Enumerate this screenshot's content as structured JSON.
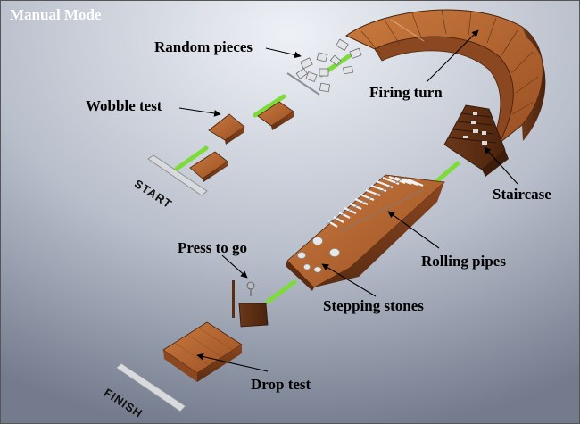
{
  "title": "Manual Mode",
  "markers": {
    "start": "START",
    "finish": "FINISH"
  },
  "labels": {
    "random_pieces": "Random pieces",
    "wobble_test": "Wobble test",
    "firing_turn": "Firing turn",
    "staircase": "Staircase",
    "rolling_pipes": "Rolling pipes",
    "press_to_go": "Press to go",
    "stepping_stones": "Stepping stones",
    "drop_test": "Drop test"
  },
  "colors": {
    "background_light": "#e4e8ef",
    "background_dark": "#7a8294",
    "wood_light": "#b5642e",
    "wood_dark": "#6e3a1a",
    "connector_green": "#7ddc3a",
    "rail_gray": "#c9cbcf"
  }
}
